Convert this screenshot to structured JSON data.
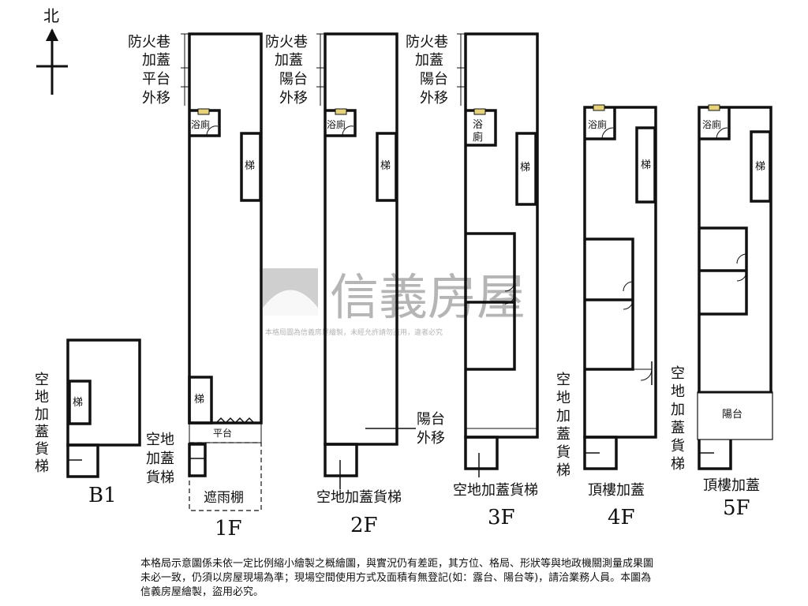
{
  "north": "北",
  "watermark": {
    "brand": "信義房屋",
    "subtext": "本格局圖為信義房屋繪製，未經允許請勿盜用，違者必究"
  },
  "floors": {
    "b1": "B1",
    "f1": "1F",
    "f2": "2F",
    "f3": "3F",
    "f4": "4F",
    "f5": "5F"
  },
  "labels": {
    "stair": "梯",
    "bath": "浴廁",
    "platform": "平台",
    "balcony": "陽台",
    "canopy": "遮雨棚",
    "roof_addition": "頂樓加蓋",
    "vacant_elevator_inline": "空地加蓋貨梯",
    "b1_side": [
      "空",
      "地",
      "加",
      "蓋",
      "貨",
      "梯"
    ],
    "f1_left": [
      "空地",
      "加蓋",
      "貨梯"
    ],
    "f1_top": [
      "防火巷",
      "加蓋",
      "平台",
      "外移"
    ],
    "f2_top": [
      "防火巷",
      "加蓋",
      "陽台",
      "外移"
    ],
    "f3_top": [
      "防火巷",
      "加蓋",
      "陽台",
      "外移"
    ],
    "f3_balcony": [
      "陽台",
      "外移"
    ],
    "f3_bath": [
      "浴",
      "廁"
    ],
    "f4_side": [
      "空",
      "地",
      "加",
      "蓋",
      "貨",
      "梯"
    ],
    "f5_side": [
      "空",
      "地",
      "加",
      "蓋",
      "貨",
      "梯"
    ]
  },
  "disclaimer": "本格局示意圖係未依一定比例縮小繪製之概繪圖，與實況仍有差距，其方位、格局、形狀等與地政機關測量成果圖未必一致，仍須以房屋現場為準；現場空間使用方式及面積有無登記(如：露台、陽台等)，請洽業務人員。本圖為信義房屋繪製，盜用必究。"
}
